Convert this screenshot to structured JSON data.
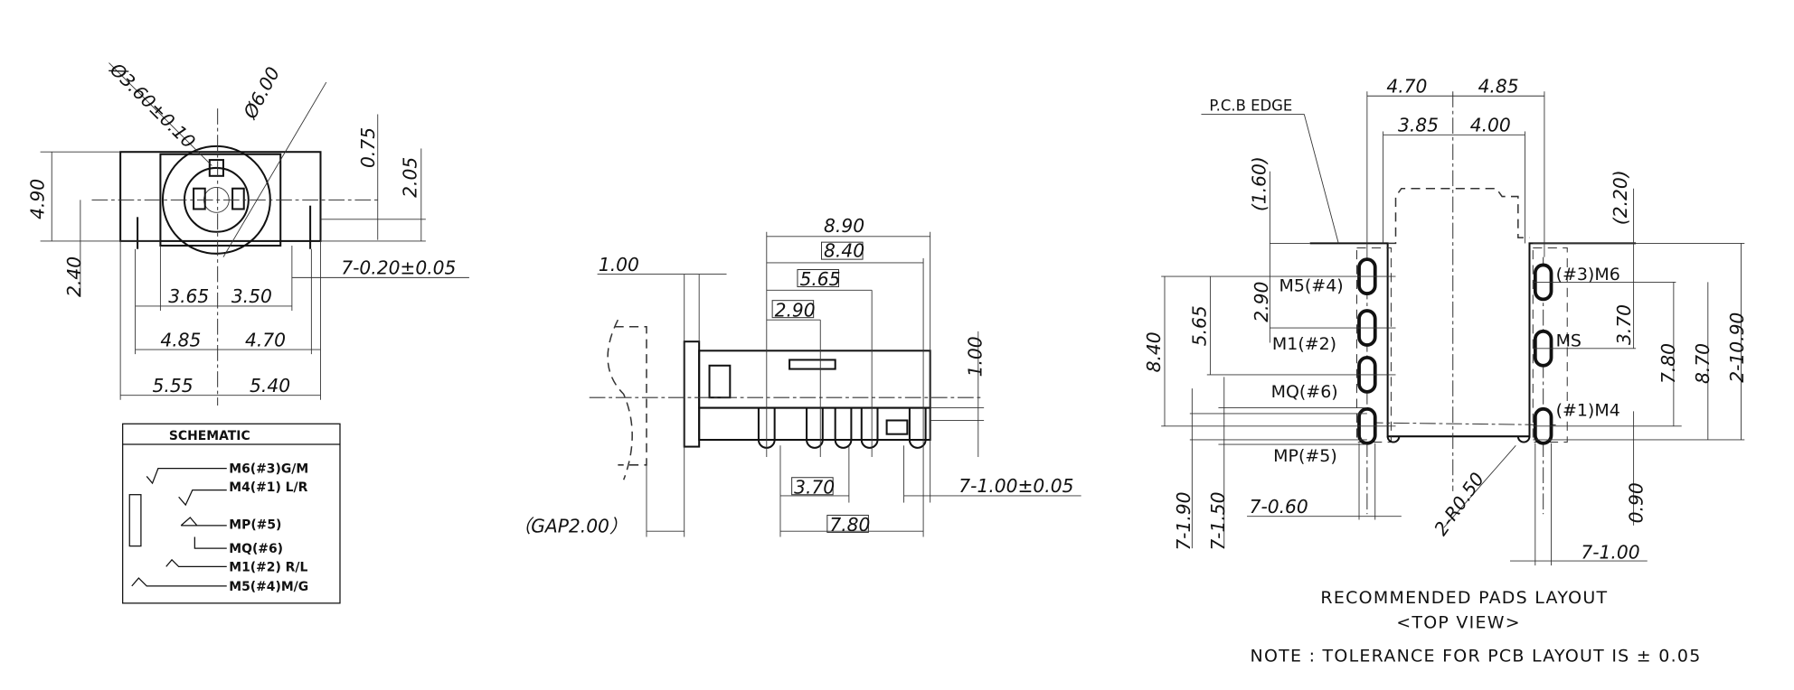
{
  "front_view": {
    "dims": {
      "dia_inner": "Ø3.60±0.10",
      "dia_outer": "Ø6.00",
      "d075": "0.75",
      "d205": "2.05",
      "d490": "4.90",
      "d240": "2.40",
      "pin_width": "7-0.20±0.05",
      "d365": "3.65",
      "d350": "3.50",
      "d485": "4.85",
      "d470": "4.70",
      "d555": "5.55",
      "d540": "5.40"
    }
  },
  "schematic": {
    "title": "SCHEMATIC",
    "pins": [
      "M6(#3)G/M",
      "M4(#1) L/R",
      "MP(#5)",
      "MQ(#6)",
      "M1(#2) R/L",
      "M5(#4)M/G"
    ]
  },
  "side_view": {
    "dims": {
      "d100_top": "1.00",
      "d890": "8.90",
      "d840": "8.40",
      "d565": "5.65",
      "d290": "2.90",
      "d100_vert": "1.00",
      "d370": "3.70",
      "pin_width": "7-1.00±0.05",
      "gap": "（GAP2.00）",
      "d780": "7.80"
    }
  },
  "pads_layout": {
    "pcb_edge": "P.C.B EDGE",
    "dims": {
      "d470": "4.70",
      "d485": "4.85",
      "d385": "3.85",
      "d400": "4.00",
      "d160": "(1.60)",
      "d220": "(2.20)",
      "d290": "2.90",
      "d565": "5.65",
      "d840": "8.40",
      "d370": "3.70",
      "d780": "7.80",
      "d870": "8.70",
      "d1090": "2-10.90",
      "d190": "7-1.90",
      "d150": "7-1.50",
      "d060": "7-0.60",
      "r050": "2-R0.50",
      "d090": "0.90",
      "d100": "7-1.00"
    },
    "left_pads": [
      "M5(#4)",
      "M1(#2)",
      "MQ(#6)",
      "MP(#5)"
    ],
    "right_pads": [
      "(#3)M6",
      "MS",
      "(#1)M4"
    ],
    "title": "RECOMMENDED PADS LAYOUT",
    "subtitle": "<TOP VIEW>",
    "note": "NOTE :  TOLERANCE FOR PCB LAYOUT IS ± 0.05"
  }
}
